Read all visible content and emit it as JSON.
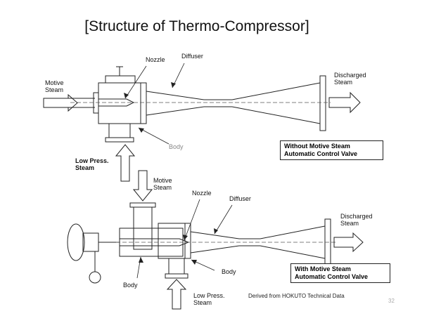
{
  "title": "[Structure of Thermo-Compressor]",
  "top_diagram": {
    "nozzle": "Nozzle",
    "diffuser": "Diffuser",
    "motive_steam": "Motive\nSteam",
    "discharged_steam": "Discharged\nSteam",
    "body": "Body",
    "low_press_steam": "Low Press.\nSteam",
    "caption": "Without Motive Steam\nAutomatic Control Valve"
  },
  "bottom_diagram": {
    "motive_steam": "Motive\nSteam",
    "nozzle": "Nozzle",
    "diffuser": "Diffuser",
    "discharged_steam": "Discharged\nSteam",
    "body_left": "Body",
    "body_right": "Body",
    "low_press_steam": "Low Press.\nSteam",
    "caption": "With Motive Steam\nAutomatic Control Valve"
  },
  "credit": "Derived from HOKUTO Technical Data",
  "page_number": "32"
}
